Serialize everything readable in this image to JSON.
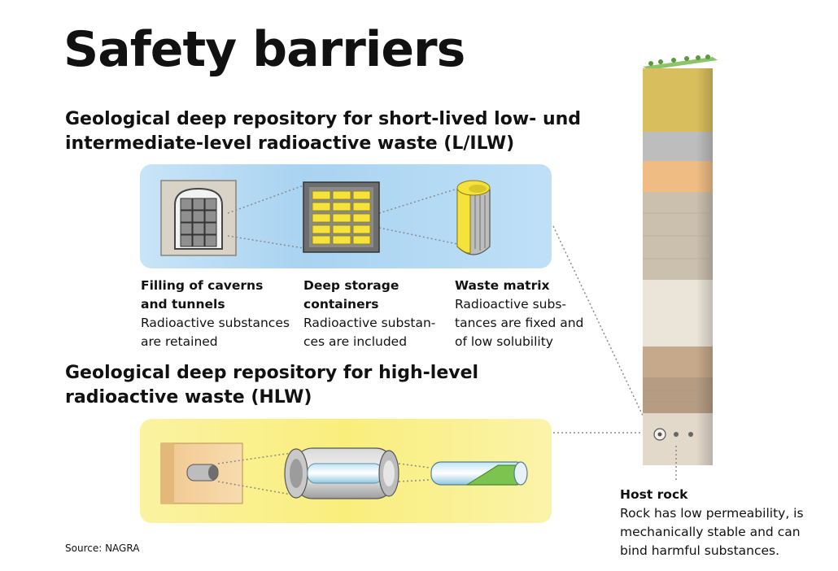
{
  "title": "Safety barriers",
  "section_lilw": {
    "heading_line1": "Geological deep repository for short-lived low- und",
    "heading_line2": "intermediate-level radioactive waste (L/ILW)",
    "barriers": [
      {
        "title_line1": "Filling of caverns",
        "title_line2": "and tunnels",
        "desc_line1": "Radioactive substances",
        "desc_line2": "are retained"
      },
      {
        "title_line1": "Deep storage",
        "title_line2": "containers",
        "desc_line1": "Radioactive substan-",
        "desc_line2": "ces are included"
      },
      {
        "title_line1": "Waste matrix",
        "desc_line1": "Radioactive subs-",
        "desc_line2": "tances are fixed and",
        "desc_line3": "of low solubility"
      }
    ]
  },
  "section_hlw": {
    "heading_line1": "Geological deep repository for high-level",
    "heading_line2": "radioactive waste (HLW)"
  },
  "host_rock": {
    "title": "Host rock",
    "desc_line1": "Rock has low permeability, is",
    "desc_line2": "mechanically stable and can",
    "desc_line3": "bind harmful substances."
  },
  "source": "Source:  NAGRA",
  "colors": {
    "panel_blue": "#b7dbf4",
    "panel_yellow": "#f9ee7c",
    "container_yellow": "#f5e23a",
    "surface_soil": "#d9c15a",
    "grass": "#6aa84f"
  }
}
